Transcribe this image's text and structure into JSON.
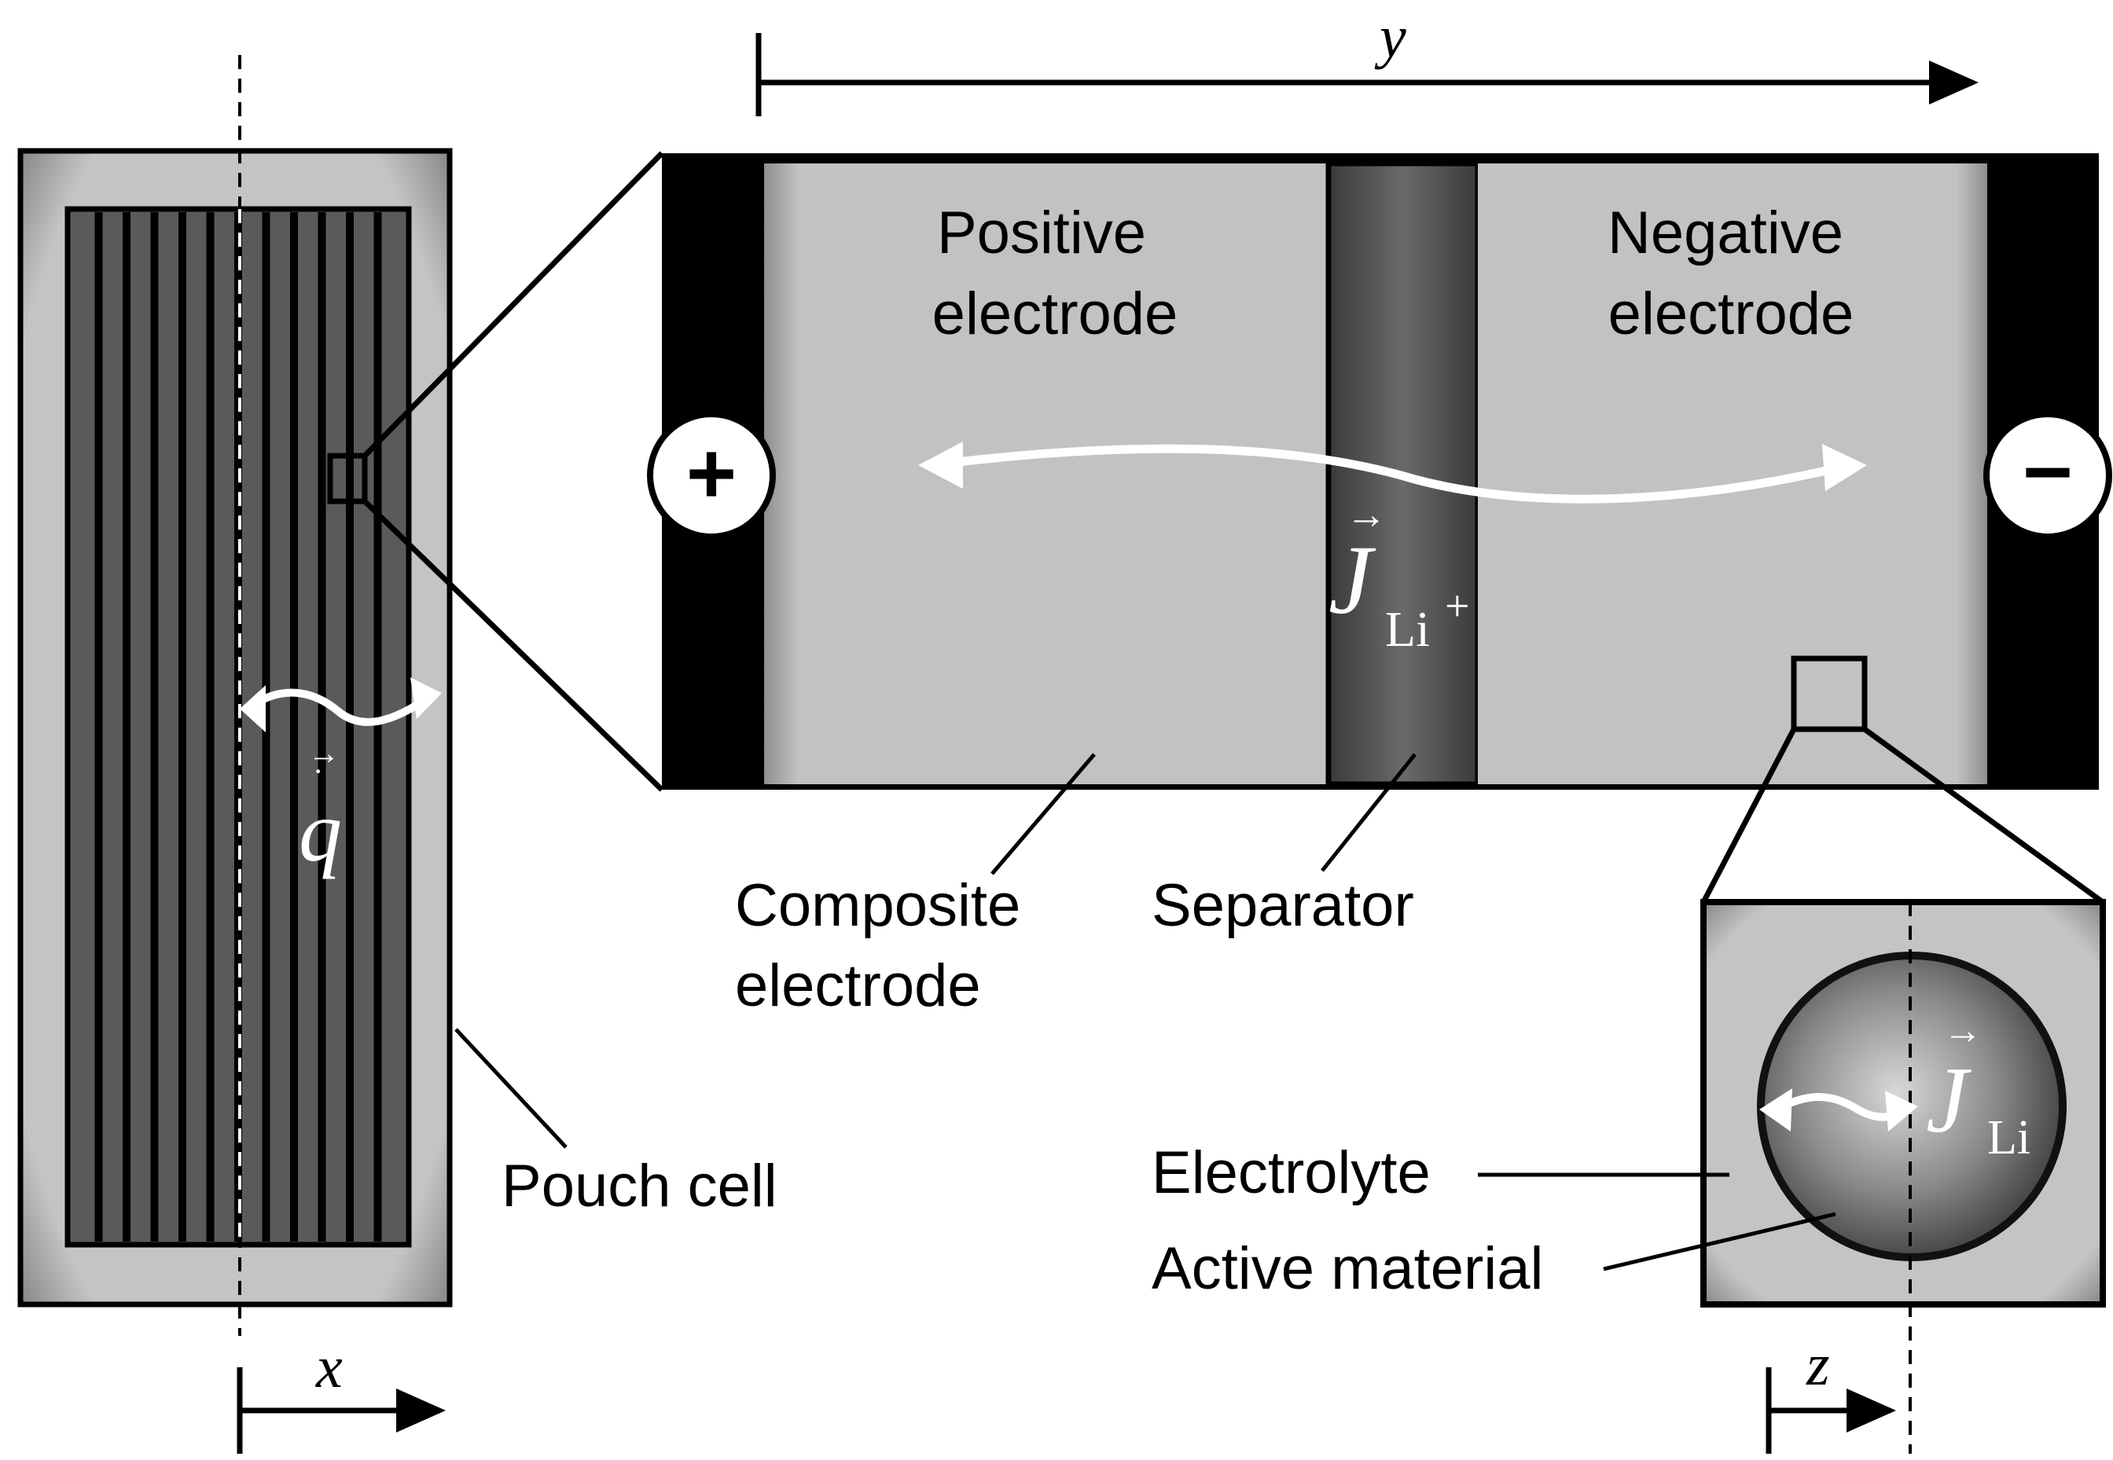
{
  "labels": {
    "positive_electrode": [
      "Positive",
      "electrode"
    ],
    "negative_electrode": [
      "Negative",
      "electrode"
    ],
    "composite_electrode": [
      "Composite",
      "electrode"
    ],
    "separator": "Separator",
    "pouch_cell": "Pouch cell",
    "electrolyte": "Electrolyte",
    "active_material": "Active material"
  },
  "axes": {
    "x": "x",
    "y": "y",
    "z": "z"
  },
  "symbols": {
    "heat_flux": "q",
    "li_ion_flux": "J",
    "li_ion_subscript": "Li",
    "li_ion_superscript": "+",
    "li_flux": "J",
    "li_flux_subscript": "Li",
    "vector_arrow": "→",
    "plus_terminal": "+",
    "minus_terminal": "−"
  },
  "colors": {
    "electrode_fill": "#c0c0c0",
    "separator_fill": "#555555",
    "electrode_stripe": "#5a5a5a",
    "current_collector": "#000000",
    "particle": "#444444"
  }
}
